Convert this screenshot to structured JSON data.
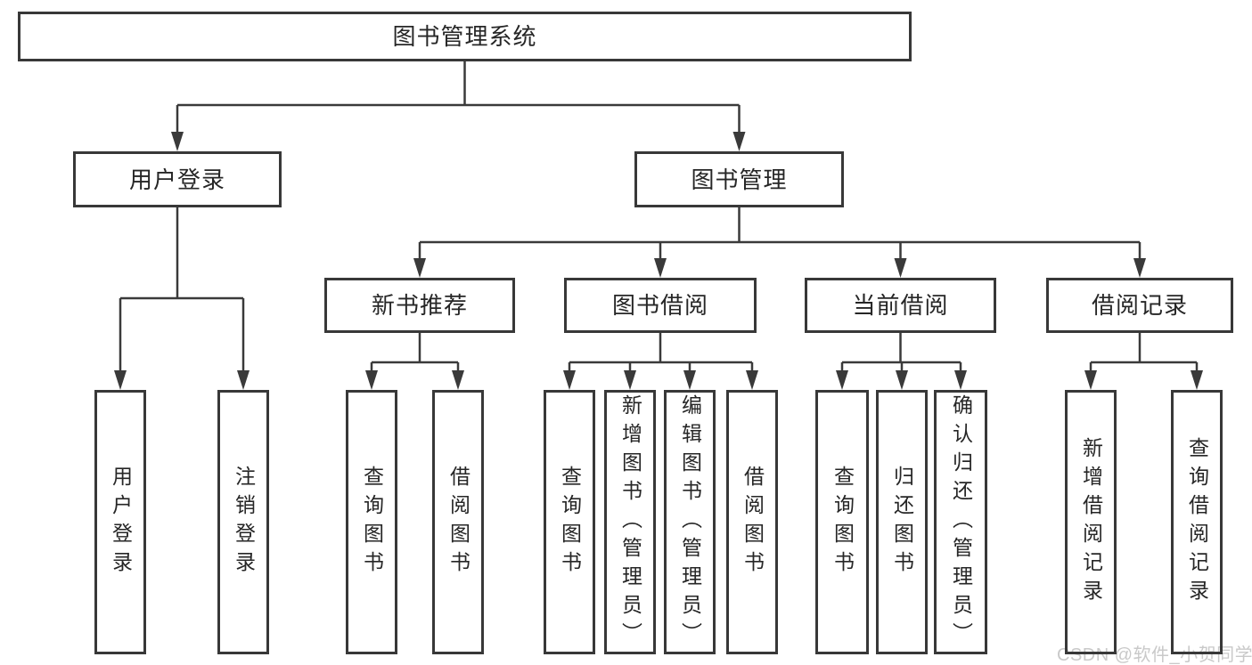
{
  "tree": {
    "root": {
      "label": "图书管理系统"
    },
    "branches": [
      {
        "label": "用户登录",
        "children": [
          {
            "label": "用户登录"
          },
          {
            "label": "注销登录"
          }
        ]
      },
      {
        "label": "图书管理",
        "children": [
          {
            "label": "新书推荐",
            "children": [
              {
                "label": "查询图书"
              },
              {
                "label": "借阅图书"
              }
            ]
          },
          {
            "label": "图书借阅",
            "children": [
              {
                "label": "查询图书"
              },
              {
                "label": "新增图书（管理员）"
              },
              {
                "label": "编辑图书（管理员）"
              },
              {
                "label": "借阅图书"
              }
            ]
          },
          {
            "label": "当前借阅",
            "children": [
              {
                "label": "查询图书"
              },
              {
                "label": "归还图书"
              },
              {
                "label": "确认归还（管理员）"
              }
            ]
          },
          {
            "label": "借阅记录",
            "children": [
              {
                "label": "新增借阅记录"
              },
              {
                "label": "查询借阅记录"
              }
            ]
          }
        ]
      }
    ]
  },
  "watermark": "CSDN @软件_小贺同学",
  "colors": {
    "line": "#3a3a3a",
    "text": "#262626",
    "watermark": "#c9c9c9",
    "background": "#ffffff"
  }
}
